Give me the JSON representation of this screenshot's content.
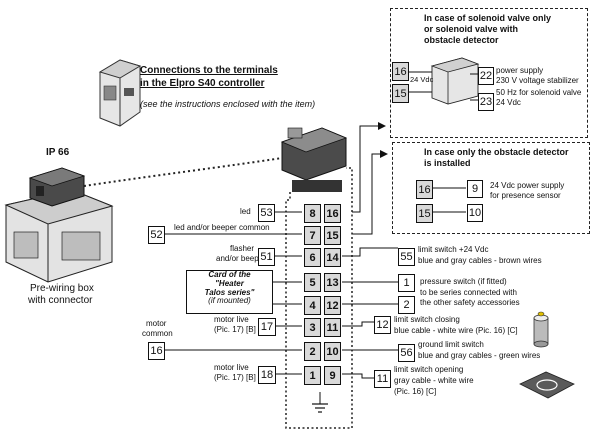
{
  "header": {
    "title_line1": "Connections to the terminals",
    "title_line2": "in the Elpro S40 controller",
    "note": "(see the instructions enclosed with the item)"
  },
  "left": {
    "ip": "IP 66",
    "caption_line1": "Pre-wiring box",
    "caption_line2": "with connector"
  },
  "panel_solenoid": {
    "title_line1": "In case of solenoid valve only",
    "title_line2": "or solenoid valve with",
    "title_line3": "obstacle detector",
    "t16": "16",
    "t15": "15",
    "vdc": "24 Vdc",
    "t22": "22",
    "t23": "23",
    "ps_line1": "power supply",
    "ps_line2": "230 V voltage stabilizer",
    "sv_line1": "50 Hz for solenoid valve",
    "sv_line2": "24 Vdc"
  },
  "panel_obstacle": {
    "title_line1": "In case only the obstacle detector",
    "title_line2": "is installed",
    "t16": "16",
    "t15": "15",
    "t9": "9",
    "t10": "10",
    "desc_line1": "24 Vdc power supply",
    "desc_line2": "for presence sensor"
  },
  "terminals": {
    "left": [
      "8",
      "7",
      "6",
      "5",
      "4",
      "3",
      "2",
      "1"
    ],
    "right": [
      "16",
      "15",
      "14",
      "13",
      "12",
      "11",
      "10",
      "9"
    ]
  },
  "left_labels": {
    "led": "led",
    "n53": "53",
    "led_common": "led and/or beeper common",
    "n52": "52",
    "flasher_line1": "flasher",
    "flasher_line2": "and/or beeper",
    "n51": "51",
    "card_line1": "Card of the",
    "card_line2": "\"Heater",
    "card_line3": "Talos series\"",
    "card_line4": "(if mounted)",
    "motor_live1_line1": "motor live",
    "motor_live1_line2": "(Pic. 17) [B]",
    "n17": "17",
    "motor_common_line1": "motor",
    "motor_common_line2": "common",
    "n16": "16",
    "motor_live2_line1": "motor live",
    "motor_live2_line2": "(Pic. 17) [B]",
    "n18": "18"
  },
  "right_labels": {
    "n55": "55",
    "limit24_line1": "limit switch +24 Vdc",
    "limit24_line2": "blue and gray cables - brown wires",
    "n1": "1",
    "n2": "2",
    "pressure_line1": "pressure switch (if fitted)",
    "pressure_line2": "to be series connected with",
    "pressure_line3": "the other safety accessories",
    "n12": "12",
    "closing_line1": "limit switch closing",
    "closing_line2": "blue cable - white wire (Pic. 16) [C]",
    "n56": "56",
    "ground_line1": "ground limit switch",
    "ground_line2": "blue and gray cables - green wires",
    "n11": "11",
    "opening_line1": "limit switch opening",
    "opening_line2": "gray cable - white wire",
    "opening_line3": "(Pic. 16) [C]"
  }
}
